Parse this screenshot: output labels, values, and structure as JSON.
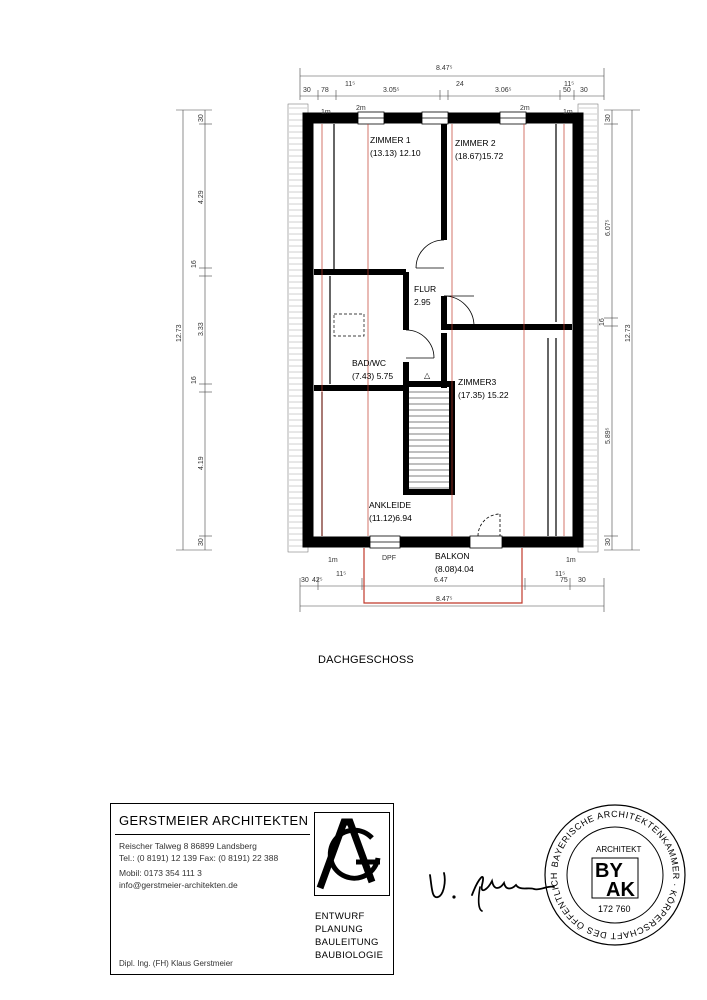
{
  "plan": {
    "rooms": [
      {
        "key": "zimmer1",
        "name": "ZIMMER 1",
        "area": "(13.13) 12.10"
      },
      {
        "key": "zimmer2",
        "name": "ZIMMER 2",
        "area": "(18.67)15.72"
      },
      {
        "key": "flur",
        "name": "FLUR",
        "area": "2.95"
      },
      {
        "key": "bad",
        "name": "BAD/WC",
        "area": "(7.43) 5.75"
      },
      {
        "key": "zimmer3",
        "name": "ZIMMER3",
        "area": "(17.35) 15.22"
      },
      {
        "key": "ankleide",
        "name": "ANKLEIDE",
        "area": "(11.12)6.94"
      },
      {
        "key": "balkon",
        "name": "BALKON",
        "area": "(8.08)4.04"
      }
    ],
    "marks": {
      "m1a": "1m",
      "m2a": "2m",
      "m2b": "2m",
      "m1b": "1m",
      "m1c": "1m",
      "m1d": "1m",
      "dpf": "DPF"
    },
    "dims_top": {
      "total": "8.47⁵",
      "a": "30",
      "b": "78",
      "c": "11⁵",
      "d": "3.05⁵",
      "e": "24",
      "f": "3.06⁵",
      "g": "11⁵",
      "h": "50",
      "i": "30"
    },
    "dims_bottom": {
      "a": "30",
      "b": "42⁵",
      "c": "11⁵",
      "d": "6.47",
      "e": "11⁵",
      "f": "75",
      "g": "30",
      "total": "8.47⁵"
    },
    "dims_left": {
      "total": "12.73",
      "a": "30",
      "b": "4.29",
      "c": "16",
      "d": "3.33",
      "e": "16",
      "f": "4.19",
      "g": "30"
    },
    "dims_right": {
      "total": "12.73",
      "a": "30",
      "b": "6.07⁵",
      "c": "16",
      "d": "5.89⁵",
      "e": "30"
    },
    "caption": "DACHGESCHOSS"
  },
  "title_block": {
    "company": "GERSTMEIER ARCHITEKTEN",
    "address": "Reischer Talweg 8    86899 Landsberg",
    "phone": "Tel.: (0 8191) 12 139   Fax: (0 8191) 22 388",
    "mobile": "Mobil: 0173 354 111 3",
    "email": "info@gerstmeier-architekten.de",
    "services": [
      "ENTWURF",
      "PLANUNG",
      "BAULEITUNG",
      "BAUBIOLOGIE"
    ],
    "person": "Dipl. Ing. (FH) Klaus Gerstmeier"
  },
  "stamp": {
    "ring": "BAYERISCHE ARCHITEKTENKAMMER · KÖRPERSCHAFT DES ÖFFENTLICHEN RECHTS ·",
    "role": "ARCHITEKT",
    "logo_top": "BY",
    "logo_bottom": "AK",
    "number": "172 760"
  }
}
